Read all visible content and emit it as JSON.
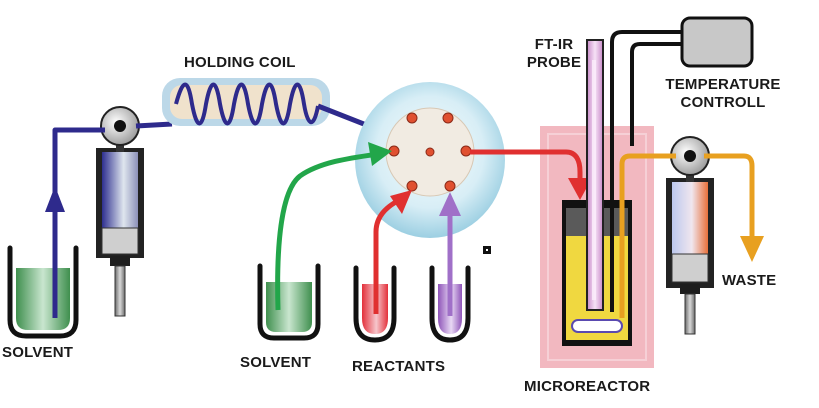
{
  "labels": {
    "holding_coil": "HOLDING COIL",
    "ftir_probe_line1": "FT-IR",
    "ftir_probe_line2": "PROBE",
    "temperature_line1": "TEMPERATURE",
    "temperature_line2": "CONTROLL",
    "solvent_left": "SOLVENT",
    "solvent_center": "SOLVENT",
    "reactants": "REACTANTS",
    "microreactor": "MICROREACTOR",
    "waste": "WASTE"
  },
  "colors": {
    "pump_line": "#2e2a8c",
    "solvent_line": "#22a64a",
    "reactant_line": "#e03030",
    "reactant2_line": "#a070c8",
    "waste_line": "#e8a020",
    "coil_tube": "#bcd8e8",
    "coil_inner": "#f0e2cc",
    "valve_body": "#d6eef6",
    "reactor_jacket": "#f2b8c0",
    "reactor_liquid": "#f0d840",
    "controller": "#c8c8c8"
  }
}
